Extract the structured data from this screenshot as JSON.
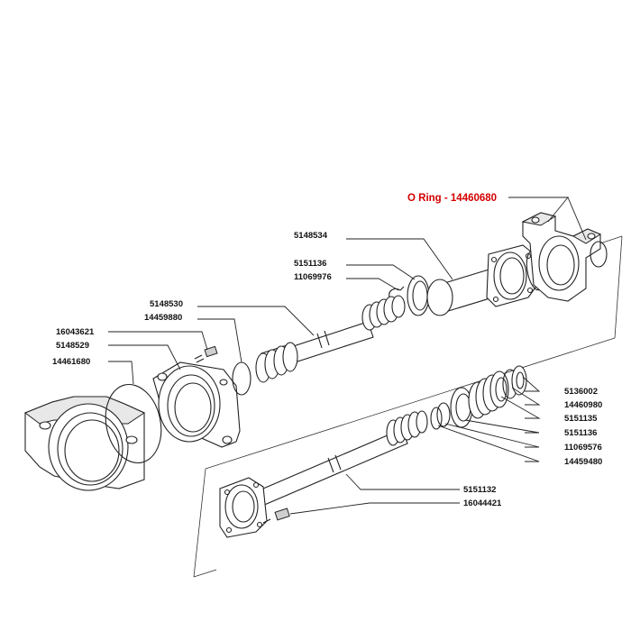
{
  "highlight": {
    "text": "O Ring - 14460680",
    "color": "#d40000"
  },
  "part_numbers": {
    "p5148534": "5148534",
    "p5151136_top": "5151136",
    "p11069976_top": "11069976",
    "p5148530": "5148530",
    "p14459880": "14459880",
    "p16043621": "16043621",
    "p5148529": "5148529",
    "p14461680": "14461680",
    "p5136002": "5136002",
    "p14460980": "14460980",
    "p5151135": "5151135",
    "p5151136_bottom": "5151136",
    "p11069576": "11069576",
    "p14459480": "14459480",
    "p5151132": "5151132",
    "p16044421": "16044421"
  }
}
